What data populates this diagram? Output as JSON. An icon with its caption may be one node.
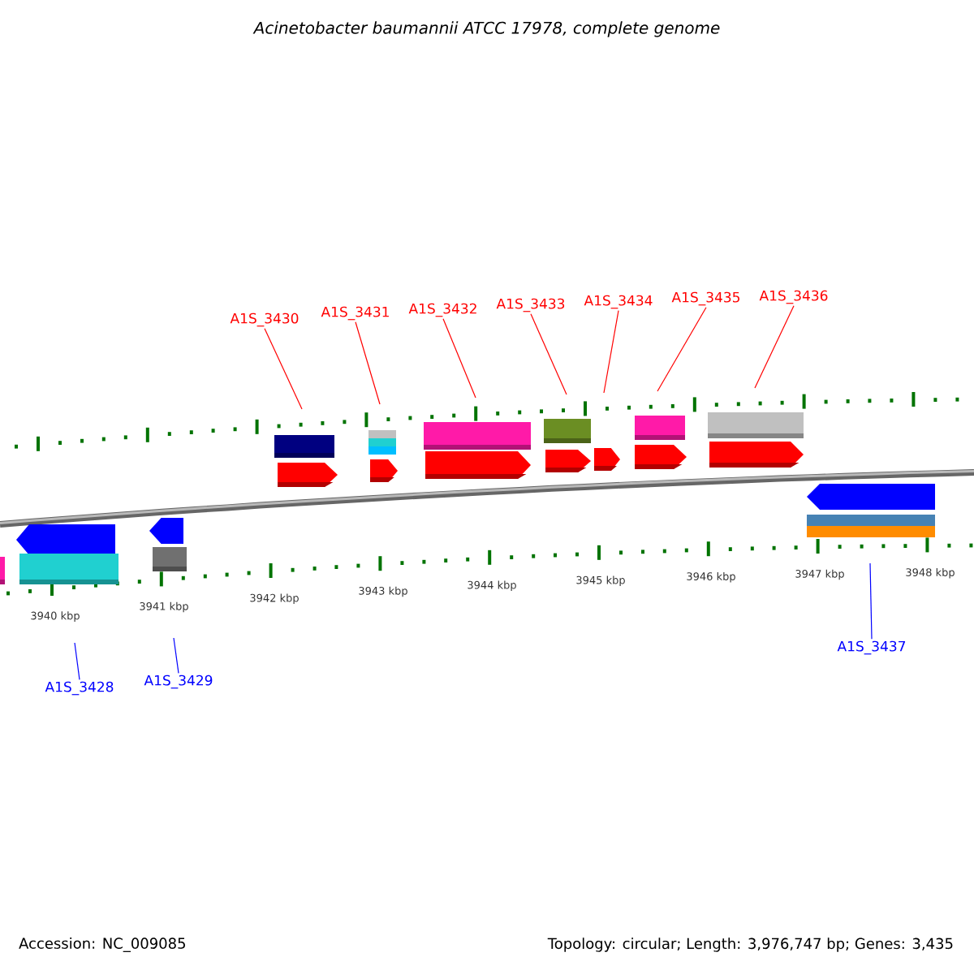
{
  "diagram": {
    "title": "Acinetobacter baumannii ATCC 17978, complete genome",
    "nodes": [
      {
        "text": [
          "A1S_3430"
        ]
      },
      {
        "text": [
          "A1S_3431"
        ]
      },
      {
        "text": [
          "A1S_3432"
        ]
      },
      {
        "text": [
          "A1S_3433"
        ]
      },
      {
        "text": [
          "A1S_3434"
        ]
      },
      {
        "text": [
          "A1S_3435"
        ]
      },
      {
        "text": [
          "A1S_3436"
        ]
      },
      {
        "text": [
          "A1S_3428"
        ]
      },
      {
        "text": [
          "A1S_3429"
        ]
      },
      {
        "text": [
          "A1S_3437"
        ]
      }
    ],
    "edges": [
      {
        "from": 0,
        "to": null,
        "arrow": "none"
      },
      {
        "from": 1,
        "to": null,
        "arrow": "none"
      },
      {
        "from": 2,
        "to": null,
        "arrow": "none"
      },
      {
        "from": 3,
        "to": null,
        "arrow": "none"
      },
      {
        "from": 4,
        "to": null,
        "arrow": "none"
      },
      {
        "from": 5,
        "to": null,
        "arrow": "none"
      },
      {
        "from": 6,
        "to": null,
        "arrow": "none"
      },
      {
        "from": 7,
        "to": null,
        "arrow": "none",
        "color": "#0000ff"
      },
      {
        "from": 8,
        "to": null,
        "arrow": "none",
        "color": "#0000ff"
      },
      {
        "from": 9,
        "to": null,
        "arrow": "none",
        "color": "#0000ff"
      }
    ],
    "labels": [
      "3940 kbp",
      "3941 kbp",
      "3942 kbp",
      "3943 kbp",
      "3944 kbp",
      "3945 kbp",
      "3946 kbp",
      "3947 kbp",
      "3948 kbp",
      "Accession: NC_009085",
      "Topology: circular; Length: 3,976,747 bp; Genes: 3,435"
    ]
  }
}
